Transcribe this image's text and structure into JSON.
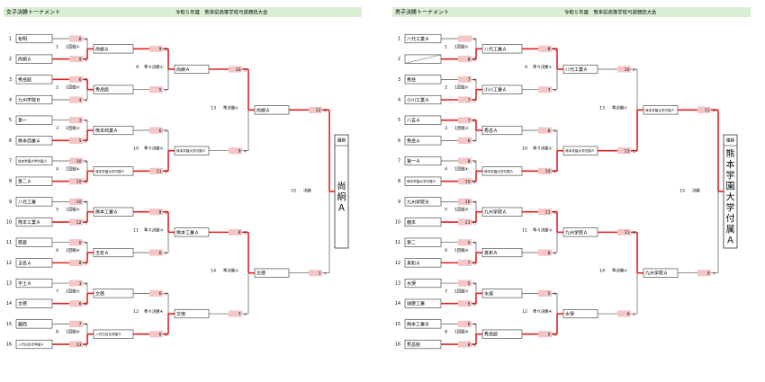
{
  "girls": {
    "header_title": "女子決勝トーナメント",
    "header_event": "令和５年度　熊本県高等学校弓道競技大会",
    "teams": [
      "有明",
      "尚絅Ａ",
      "秀岳館",
      "九州学院Ｂ",
      "第一",
      "熊本商業Ａ",
      "熊本学園大学付属Ａ",
      "第二Ａ",
      "八代工業",
      "熊本工業Ａ",
      "慈愛",
      "玉名Ａ",
      "宇土Ａ",
      "文徳",
      "鎮西",
      "八代白百合学園Ａ"
    ],
    "r1_winners": [
      "尚絅Ａ",
      "秀岳館",
      "熊本商業Ａ",
      "熊本学園大学付属Ａ",
      "熊本工業Ａ",
      "玉名Ａ",
      "文徳",
      "八代白百合学園Ａ"
    ],
    "r2_winners": [
      "尚絅Ａ",
      "熊本学園大学付属Ａ",
      "熊本工業Ａ",
      "文徳"
    ],
    "r3_winners": [
      "尚絅Ａ",
      "文徳"
    ],
    "scores_r1": [
      [
        "6",
        "9"
      ],
      [
        "6",
        "4"
      ],
      [
        "3",
        "5"
      ],
      [
        "10",
        "10"
      ],
      [
        "10",
        "12"
      ],
      [
        "0",
        "8"
      ],
      [
        "3",
        "6"
      ],
      [
        "7",
        "13"
      ]
    ],
    "scores_r2": [
      [
        "9",
        "5"
      ],
      [
        "6",
        "11"
      ],
      [
        "8",
        "6"
      ],
      [
        "6",
        "6"
      ]
    ],
    "scores_r3": [
      [
        "10",
        "9"
      ],
      [
        "8",
        "7"
      ]
    ],
    "scores_final": [
      "12",
      "1"
    ],
    "match_labels": [
      "1回戦①",
      "1回戦②",
      "1回戦③",
      "1回戦④",
      "1回戦⑤",
      "1回戦⑥",
      "1回戦⑦",
      "1回戦⑧",
      "準々決勝①",
      "準々決勝②",
      "準々決勝③",
      "準々決勝④",
      "準決勝①",
      "準決勝②",
      "決勝"
    ],
    "match_numbers": [
      "1",
      "2",
      "3",
      "4",
      "5",
      "6",
      "7",
      "8",
      "9",
      "10",
      "11",
      "12",
      "13",
      "14",
      "15"
    ],
    "winner_title": "優勝",
    "champion": "尚絅Ａ"
  },
  "boys": {
    "header_title": "男子決勝トーナメント",
    "header_event": "令和５年度　熊本県高等学校弓道競技大会",
    "teams": [
      "八代工業Ａ",
      "",
      "秀岳",
      "小川工業Ａ",
      "八吉Ａ",
      "秀岳Ａ",
      "第一Ａ",
      "熊本学園大学付属Ａ",
      "九州学院Ｂ",
      "鹿本",
      "第二",
      "真和Ａ",
      "水俣",
      "球磨工業",
      "熊本工業Ｂ",
      "秀岳館"
    ],
    "r1_winners": [
      "八代工業Ａ",
      "小川工業Ａ",
      "秀岳Ａ",
      "熊本学園大学付属Ａ",
      "九州学院Ａ",
      "真和Ａ",
      "水俣",
      "秀岳館"
    ],
    "r2_winners": [
      "八代工業Ａ",
      "熊本学園大学付属Ａ",
      "九州学院Ａ",
      "水俣"
    ],
    "r3_winners": [
      "熊本学園大学付属Ａ",
      "九州学院Ａ"
    ],
    "scores_r1": [
      [
        "",
        "8"
      ],
      [
        "7",
        "7"
      ],
      [
        "7",
        "6"
      ],
      [
        "8",
        "10"
      ],
      [
        "10",
        "11"
      ],
      [
        "5",
        "7"
      ],
      [
        "5",
        "5"
      ],
      [
        "6",
        "8"
      ]
    ],
    "scores_r2": [
      [
        "8",
        "7"
      ],
      [
        "8",
        "10"
      ],
      [
        "11",
        "8"
      ],
      [
        "5",
        "5"
      ]
    ],
    "scores_r3": [
      [
        "10",
        "13"
      ],
      [
        "11",
        "9"
      ]
    ],
    "scores_final": [
      "11",
      "9"
    ],
    "match_labels": [
      "1回戦①",
      "1回戦②",
      "1回戦③",
      "1回戦④",
      "1回戦⑤",
      "1回戦⑥",
      "1回戦⑦",
      "1回戦⑧",
      "準々決勝①",
      "準々決勝②",
      "準々決勝③",
      "準々決勝④",
      "準決勝①",
      "準決勝②",
      "決勝"
    ],
    "match_numbers": [
      "1",
      "2",
      "3",
      "4",
      "5",
      "6",
      "7",
      "8",
      "9",
      "10",
      "11",
      "12",
      "13",
      "14",
      "15"
    ],
    "winner_title": "優勝",
    "champion": "熊本学園大学付属Ａ"
  },
  "colors": {
    "header_bg": "#d9efd4",
    "score_bg": "#f4c6c6",
    "win_line": "#e02020",
    "line": "#555555",
    "box_border": "#333333"
  }
}
